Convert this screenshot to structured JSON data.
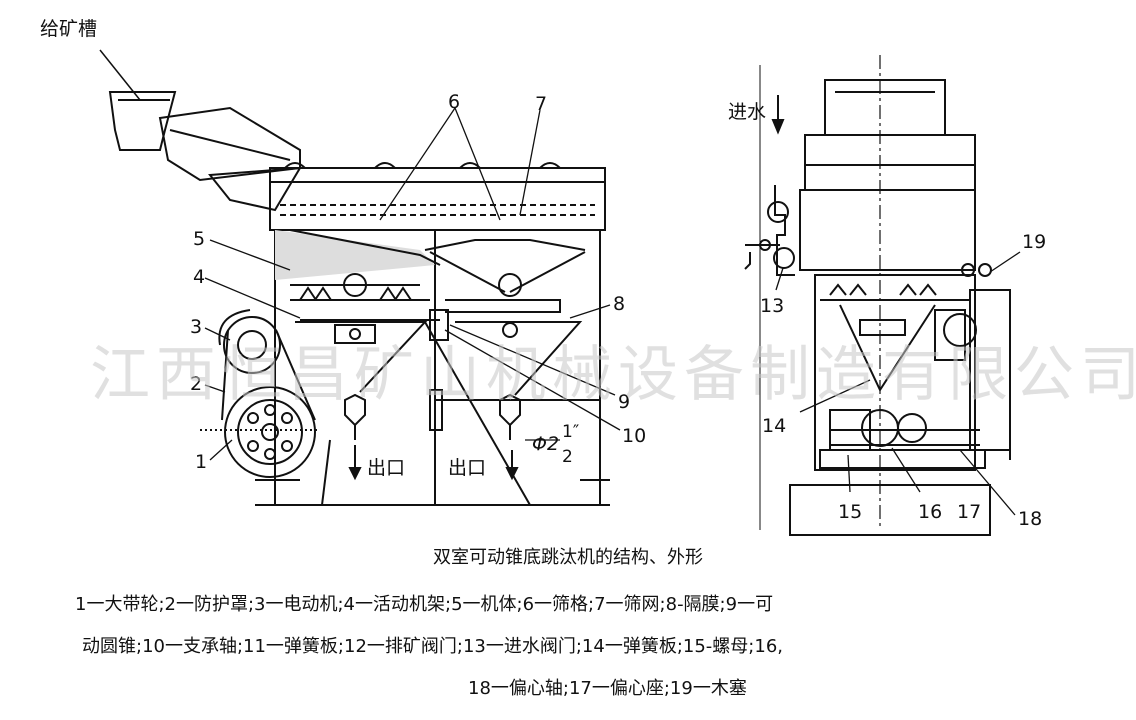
{
  "labels": {
    "feed_trough": "给矿槽",
    "water_in": "进水",
    "outlet_left": "出口",
    "outlet_right": "出口",
    "phi": "Φ2",
    "phi_frac_num": "1″",
    "phi_frac_den": "2",
    "n1": "1",
    "n2": "2",
    "n3": "3",
    "n4": "4",
    "n5": "5",
    "n6": "6",
    "n7": "7",
    "n8": "8",
    "n9": "9",
    "n10": "10",
    "n13": "13",
    "n14": "14",
    "n15": "15",
    "n16": "16",
    "n17": "17",
    "n18": "18",
    "n19": "19"
  },
  "watermark": "江西恒昌矿山机械设备制造有限公司",
  "caption": "双室可动锥底跳汰机的结构、外形",
  "legend": [
    "1一大带轮;2一防护罩;3一电动机;4一活动机架;5一机体;6一筛格;7一筛网;8-隔膜;9一可",
    "动圆锥;10一支承轴;11一弹簧板;12一排矿阀门;13一进水阀门;14一弹簧板;15-螺母;16,",
    "18一偏心轴;17一偏心座;19一木塞"
  ]
}
